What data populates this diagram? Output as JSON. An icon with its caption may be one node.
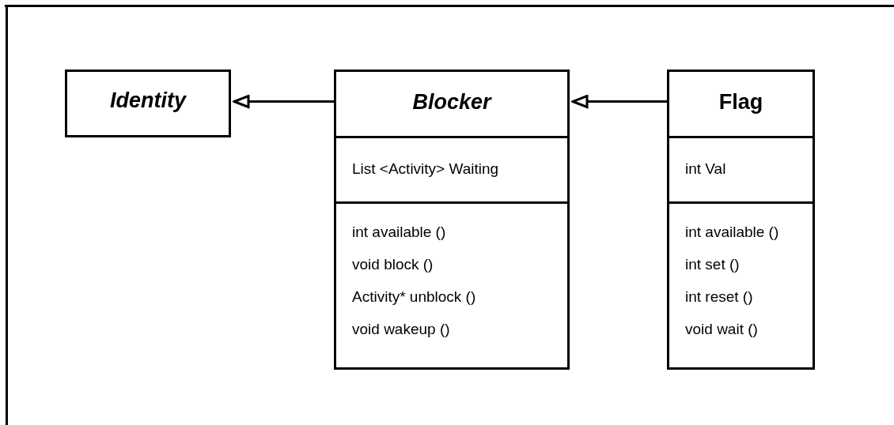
{
  "diagram": {
    "nodes": [
      {
        "text": [
          "Identity"
        ]
      },
      {
        "text": [
          "Blocker",
          "List <Activity> Waiting",
          "int available ()",
          "void block ()",
          "Activity* unblock ()",
          "void wakeup ()"
        ]
      },
      {
        "text": [
          "Flag",
          "int Val",
          "int available ()",
          "int set ()",
          "int reset ()",
          "void wait ()"
        ]
      }
    ],
    "edges": [
      {
        "from": 1,
        "to": 0,
        "arrow": "to"
      },
      {
        "from": 2,
        "to": 1,
        "arrow": "to"
      }
    ]
  }
}
